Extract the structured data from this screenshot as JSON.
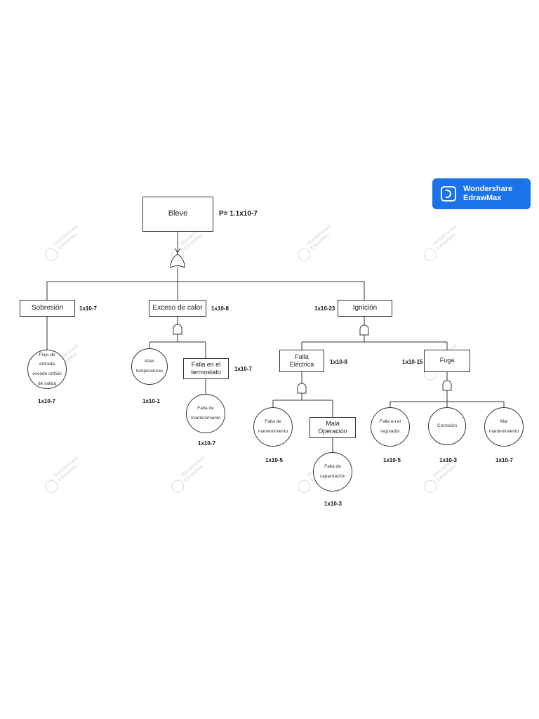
{
  "brand": {
    "line1": "Wondershare",
    "line2": "EdrawMax",
    "color": "#1a73e8",
    "icon": "edrawmax-logo-icon"
  },
  "top_event": {
    "label": "Bleve",
    "probability": "P= 1.1x10-7"
  },
  "events": {
    "sobresion": {
      "label": "Sobresión",
      "probability": "1x10-7"
    },
    "exceso_calor": {
      "label": "Exceso de calor",
      "probability": "1x10-8"
    },
    "ignicion": {
      "label": "Ignición",
      "probability": "1x10-23"
    },
    "falla_electrica": {
      "label": "Falla Eléctrica",
      "probability": "1x10-8"
    },
    "fuga": {
      "label": "Fuga",
      "probability": "1x10-15"
    },
    "falla_termostato": {
      "label": "Falla en el termostato",
      "probability": "1x10-7"
    },
    "mala_operacion": {
      "label": "Mala Operación"
    }
  },
  "basic_events": {
    "flujo_entrada": {
      "label": "Flujo de entrada excede orificio de salida",
      "probability": "1x10-7"
    },
    "altas_temperaturas": {
      "label": "Altas temperaturas",
      "probability": "1x10-1"
    },
    "falta_mant_1": {
      "label": "Falta de mantenimiento",
      "probability": "1x10-7"
    },
    "falta_mant_2": {
      "label": "Falta de mantenimiento",
      "probability": "1x10-5"
    },
    "falta_capacitacion": {
      "label": "Falta de capacitación",
      "probability": "1x10-3"
    },
    "falla_regulador": {
      "label": "Falla en el regulador",
      "probability": "1x10-5"
    },
    "corrosion": {
      "label": "Corrosión",
      "probability": "1x10-3"
    },
    "mal_mantenimiento": {
      "label": "Mal mantenimiento",
      "probability": "1x10-7"
    }
  },
  "watermark": {
    "line1": "Wondershare",
    "line2": "EdrawMax"
  }
}
